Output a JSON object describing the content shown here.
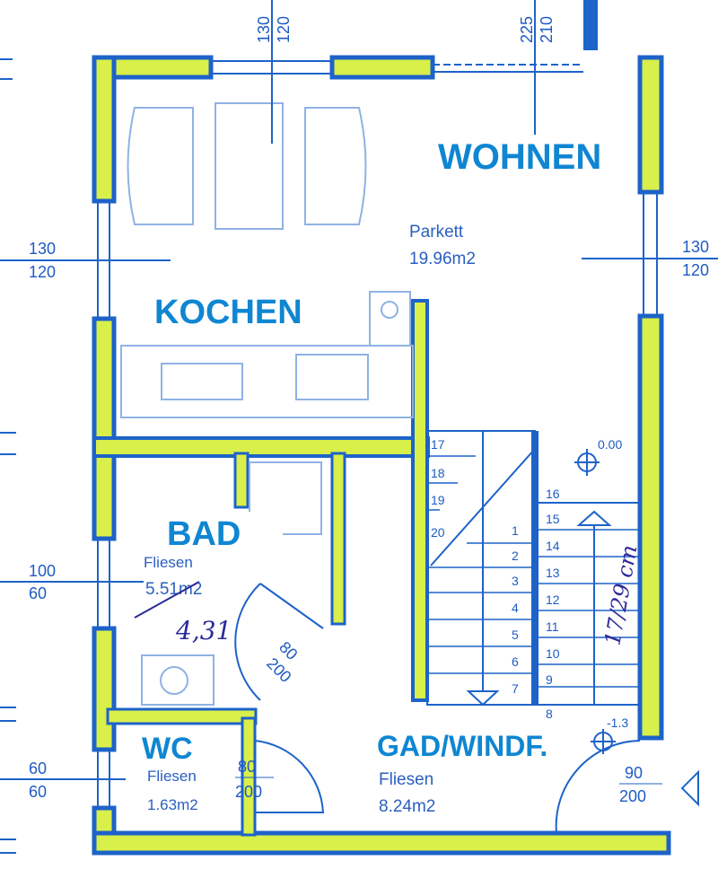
{
  "colors": {
    "wall_line": "#1d63c9",
    "wall_fill": "#d9ef4a",
    "room_label": "#0f86d2",
    "plan_text": "#2a5fbf",
    "handwriting": "#2c2a9a"
  },
  "rooms": {
    "wohnen": {
      "name": "WOHNEN",
      "floor": "Parkett",
      "area": "19.96m2"
    },
    "kochen": {
      "name": "KOCHEN"
    },
    "bad": {
      "name": "BAD",
      "floor": "Fliesen",
      "area": "5.51m2",
      "area_correction": "4,31"
    },
    "wc": {
      "name": "WC",
      "floor": "Fliesen",
      "area": "1.63m2"
    },
    "gad": {
      "name": "GAD/WINDF.",
      "floor": "Fliesen",
      "area": "8.24m2"
    }
  },
  "dimensions": {
    "top_window_left": {
      "top": "130",
      "bottom": "120"
    },
    "top_window_right": {
      "top": "225",
      "bottom": "210"
    },
    "left_window_upper": {
      "top": "130",
      "bottom": "120"
    },
    "right_window": {
      "top": "130",
      "bottom": "120"
    },
    "left_window_bad": {
      "top": "100",
      "bottom": "60"
    },
    "left_window_wc": {
      "top": "60",
      "bottom": "60"
    },
    "door_bad": {
      "top": "80",
      "bottom": "200"
    },
    "door_wc": {
      "top": "80",
      "bottom": "200"
    },
    "door_entrance": {
      "top": "90",
      "bottom": "200"
    }
  },
  "levels": {
    "floor": "0.00",
    "entrance": "-1.3"
  },
  "stairs": {
    "steps_upper": [
      "17",
      "18",
      "19",
      "20"
    ],
    "steps_middle": [
      "1",
      "2",
      "3",
      "4",
      "5",
      "6",
      "7"
    ],
    "steps_right": [
      "16",
      "15",
      "14",
      "13",
      "12",
      "11",
      "10",
      "9",
      "8"
    ],
    "handwritten_note": "17/29 cm"
  }
}
